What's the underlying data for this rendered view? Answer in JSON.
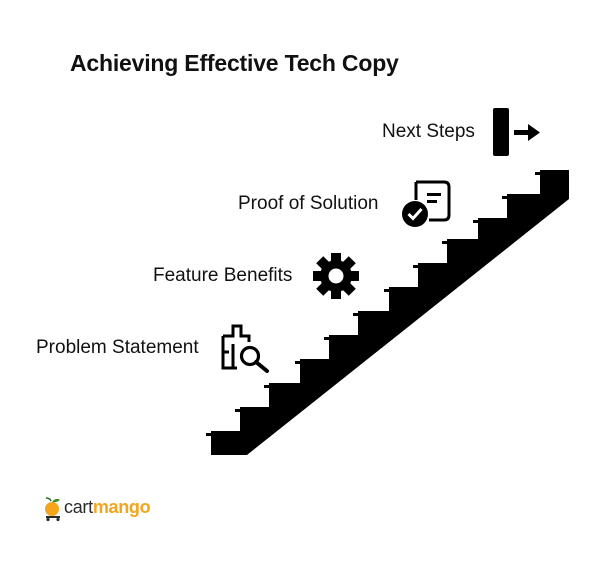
{
  "title": "Achieving Effective Tech Copy",
  "steps": [
    {
      "label": "Next Steps",
      "icon": "exit-arrow-icon"
    },
    {
      "label": "Proof of Solution",
      "icon": "document-check-icon"
    },
    {
      "label": "Feature Benefits",
      "icon": "gear-icon"
    },
    {
      "label": "Problem Statement",
      "icon": "puzzle-search-icon"
    }
  ],
  "logo": {
    "part1": "cart",
    "part2": "mango",
    "icon": "mango-icon",
    "brand_color": "#f4a51c"
  },
  "colors": {
    "stairs": "#000000",
    "text": "#111111",
    "background": "#ffffff"
  }
}
